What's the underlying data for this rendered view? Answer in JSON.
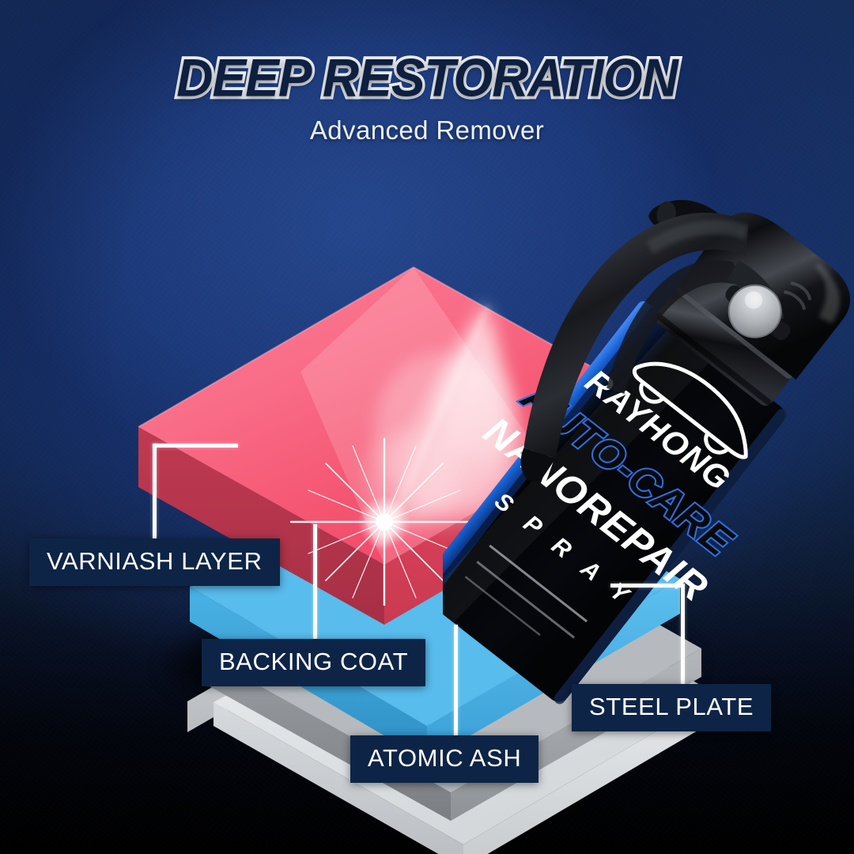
{
  "header": {
    "title": "DEEP RESTORATION",
    "subtitle": "Advanced Remover"
  },
  "colors": {
    "bg_top": "#1e3f7d",
    "bg_bottom": "#000000",
    "label_box": "#0d2446",
    "label_text": "#ffffff",
    "leader_line": "#ffffff",
    "layer_varnish": "#f4536f",
    "layer_backing": "#3faadf",
    "layer_atomic_ash": "#8e9094",
    "layer_steel": "#d9dcde",
    "title_fill": "#0e1f3f",
    "title_stroke": "#f2f5fa",
    "bottle_body": "#0a0a0c",
    "bottle_accent": "#1763d8"
  },
  "callouts": [
    {
      "id": "varnish",
      "label": "VARNIASH LAYER"
    },
    {
      "id": "backing",
      "label": "BACKING COAT"
    },
    {
      "id": "atomic",
      "label": "ATOMIC ASH"
    },
    {
      "id": "steel",
      "label": "STEEL PLATE"
    }
  ],
  "bottle": {
    "brand": "RAYHONG",
    "line1": "AUTO-CARE",
    "line2": "NANOREPAIR",
    "line3": "S P R A Y",
    "icon": "car-silhouette-icon"
  },
  "layers": [
    {
      "name": "VARNIASH LAYER",
      "color": "#f4536f"
    },
    {
      "name": "BACKING COAT",
      "color": "#3faadf"
    },
    {
      "name": "ATOMIC ASH",
      "color": "#8e9094"
    },
    {
      "name": "STEEL PLATE",
      "color": "#d9dcde"
    }
  ],
  "effects": {
    "spray_mist": "spray-mist",
    "sparkle": "sparkle-star"
  }
}
